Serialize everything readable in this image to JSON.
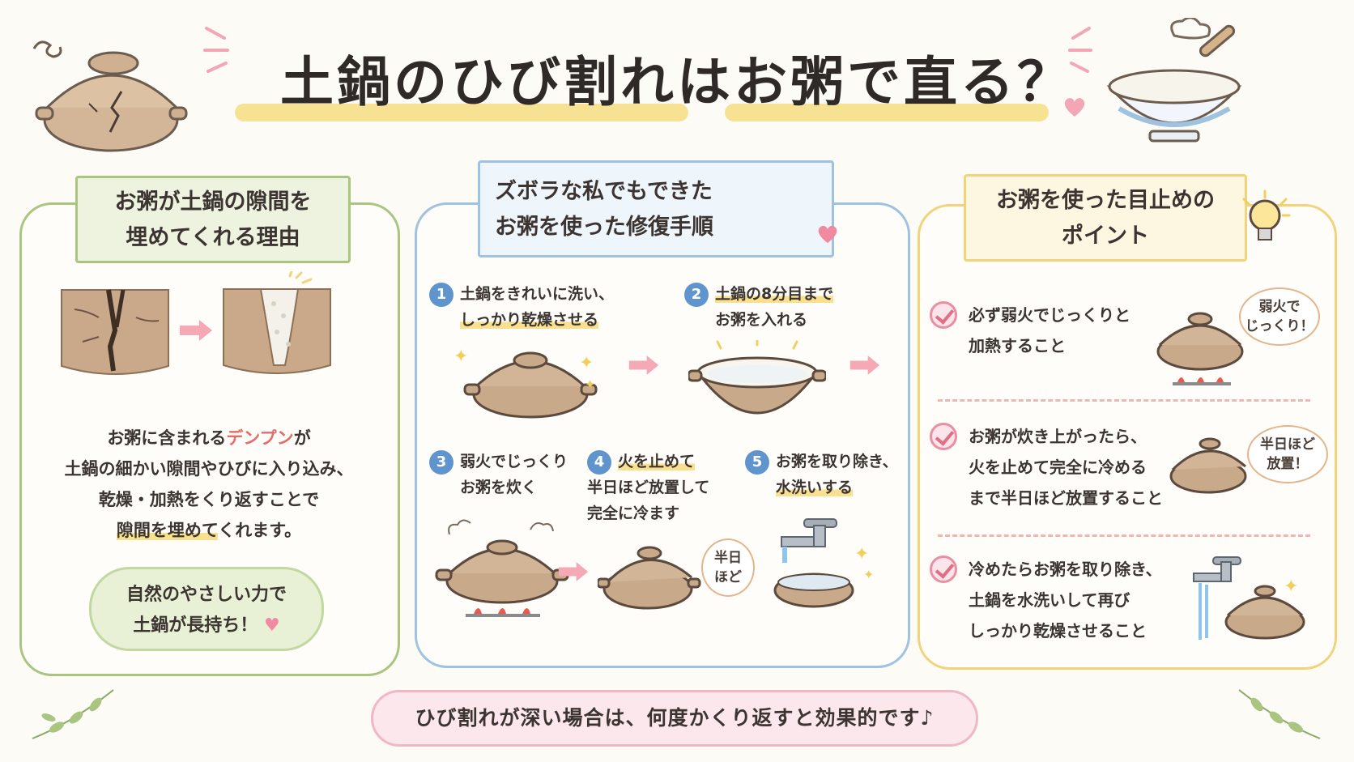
{
  "title": "土鍋のひび割れはお粥で直る？",
  "left_panel": {
    "heading_line1": "お粥が土鍋の隙間を",
    "heading_line2": "埋めてくれる理由",
    "body_line1_pre": "お粥に含まれる",
    "body_line1_em": "デンプン",
    "body_line1_post": "が",
    "body_line2": "土鍋の細かい隙間やひびに入り込み、",
    "body_line3": "乾燥・加熱をくり返すことで",
    "body_line4_hl": "隙間を埋めて",
    "body_line4_post": "くれます。",
    "cloud_line1": "自然のやさしい力で",
    "cloud_line2": "土鍋が長持ち！"
  },
  "center_panel": {
    "heading_line1": "ズボラな私でもできた",
    "heading_line2": "お粥を使った修復手順",
    "steps": [
      {
        "num": "1",
        "line1": "土鍋をきれいに洗い、",
        "line2": "しっかり乾燥させる"
      },
      {
        "num": "2",
        "line1": "土鍋の8分目まで",
        "line2": "お粥を入れる"
      },
      {
        "num": "3",
        "line1": "弱火でじっくり",
        "line2": "お粥を炊く"
      },
      {
        "num": "4",
        "line1": "火を止めて",
        "line2": "半日ほど放置して",
        "line3": "完全に冷ます"
      },
      {
        "num": "5",
        "line1": "お粥を取り除き、",
        "line2": "水洗いする"
      }
    ],
    "bubble_step4": [
      "半日",
      "ほど"
    ]
  },
  "right_panel": {
    "heading_line1": "お粥を使った目止めの",
    "heading_line2": "ポイント",
    "points": [
      {
        "line1": "必ず弱火でじっくりと",
        "line2": "加熱すること",
        "bubble": [
          "弱火で",
          "じっくり！"
        ]
      },
      {
        "line1": "お粥が炊き上がったら、",
        "line2": "火を止めて完全に冷める",
        "line3": "まで半日ほど放置すること",
        "bubble": [
          "半日ほど",
          "放置！"
        ]
      },
      {
        "line1": "冷めたらお粥を取り除き、",
        "line2": "土鍋を水洗いして再び",
        "line3": "しっかり乾燥させること"
      }
    ]
  },
  "bottom_banner": "ひび割れが深い場合は、何度かくり返すと効果的です♪",
  "colors": {
    "green": "#a9c57f",
    "blue": "#9ec2df",
    "yellow": "#f2d27b",
    "pink": "#f0b8c6",
    "pot": "#c8a98a",
    "accent": "#e36c68"
  }
}
